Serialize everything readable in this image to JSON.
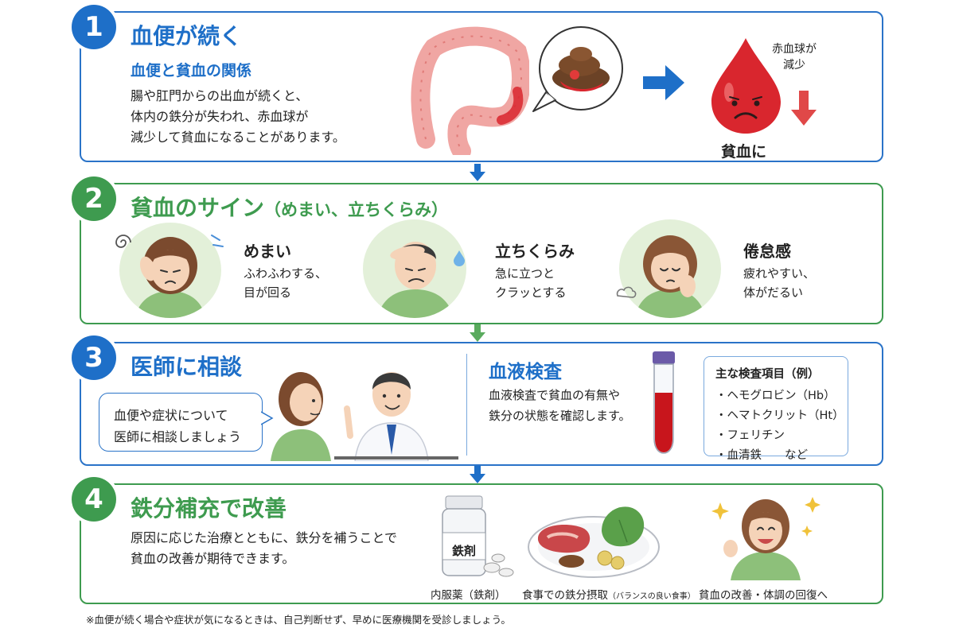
{
  "step1": {
    "number": "1",
    "title": "血便が続く",
    "subtitle": "血便と貧血の関係",
    "body": [
      "腸や肛門からの出血が続くと、",
      "体内の鉄分が失われ、赤血球が",
      "減少して貧血になることがあります。"
    ],
    "rbc_label": [
      "赤血球が",
      "減少"
    ],
    "result_label": "貧血に"
  },
  "step2": {
    "number": "2",
    "title": "貧血のサイン",
    "title_paren": "（めまい、立ちくらみ）",
    "signs": [
      {
        "title": "めまい",
        "desc": [
          "ふわふわする、",
          "目が回る"
        ]
      },
      {
        "title": "立ちくらみ",
        "desc": [
          "急に立つと",
          "クラッとする"
        ]
      },
      {
        "title": "倦怠感",
        "desc": [
          "疲れやすい、",
          "体がだるい"
        ]
      }
    ]
  },
  "step3": {
    "number": "3",
    "title": "医師に相談",
    "bubble": [
      "血便や症状について",
      "医師に相談しましょう"
    ],
    "test_title": "血液検査",
    "test_body": [
      "血液検査で貧血の有無や",
      "鉄分の状態を確認します。"
    ],
    "items_header": "主な検査項目（例）",
    "items": [
      "・ヘモグロビン（Hb）",
      "・ヘマトクリット（Ht）",
      "・フェリチン",
      "・血清鉄　　など"
    ]
  },
  "step4": {
    "number": "4",
    "title": "鉄分補充で改善",
    "body": [
      "原因に応じた治療とともに、鉄分を補うことで",
      "貧血の改善が期待できます。"
    ],
    "bottle_label": "鉄剤",
    "captions": {
      "medicine": "内服薬（鉄剤）",
      "food_main": "食事での鉄分摂取",
      "food_small": "（バランスの良い食事）",
      "recovery": "貧血の改善・体調の回復へ"
    }
  },
  "footnote": "※血便が続く場合や症状が気になるときは、自己判断せず、早めに医療機関を受診しましょう。",
  "colors": {
    "blue": "#1e6fc8",
    "green": "#3e9b4f",
    "red": "#d9262e",
    "skin": "#f5d3b8",
    "shirt": "#8dc07a"
  }
}
